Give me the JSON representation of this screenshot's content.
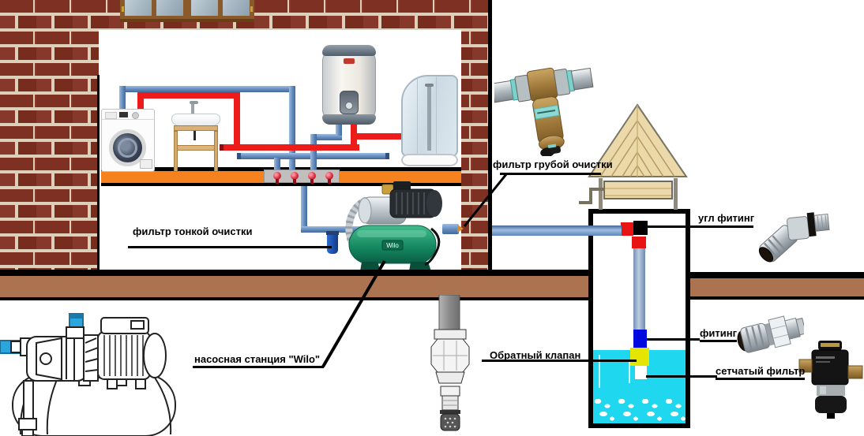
{
  "diagram": {
    "labels": {
      "fine_filter": "фильтр тонкой очистки",
      "coarse_filter": "фильтр грубой очистки",
      "pump_station": "насосная станция \"Wilo\"",
      "check_valve": "Обратный клапан",
      "angle_fitting": "угл фитинг",
      "fitting": "фитинг",
      "mesh_filter": "сетчатый фильтр"
    },
    "pump_brand": "Wilo",
    "colors": {
      "brick": "#7e3122",
      "mortar": "#ddd0bb",
      "cold_pipe": "#5d85ba",
      "hot_pipe": "#ee1b1b",
      "floor": "#f5821f",
      "soil": "#ab7350",
      "water": "#1fd7ee",
      "fitting_block": "#0008e0",
      "check_valve_block": "#e5e600",
      "elbow_block_red": "#e81414",
      "elbow_block_black": "#000000",
      "pump_tank": "#13855f"
    }
  }
}
